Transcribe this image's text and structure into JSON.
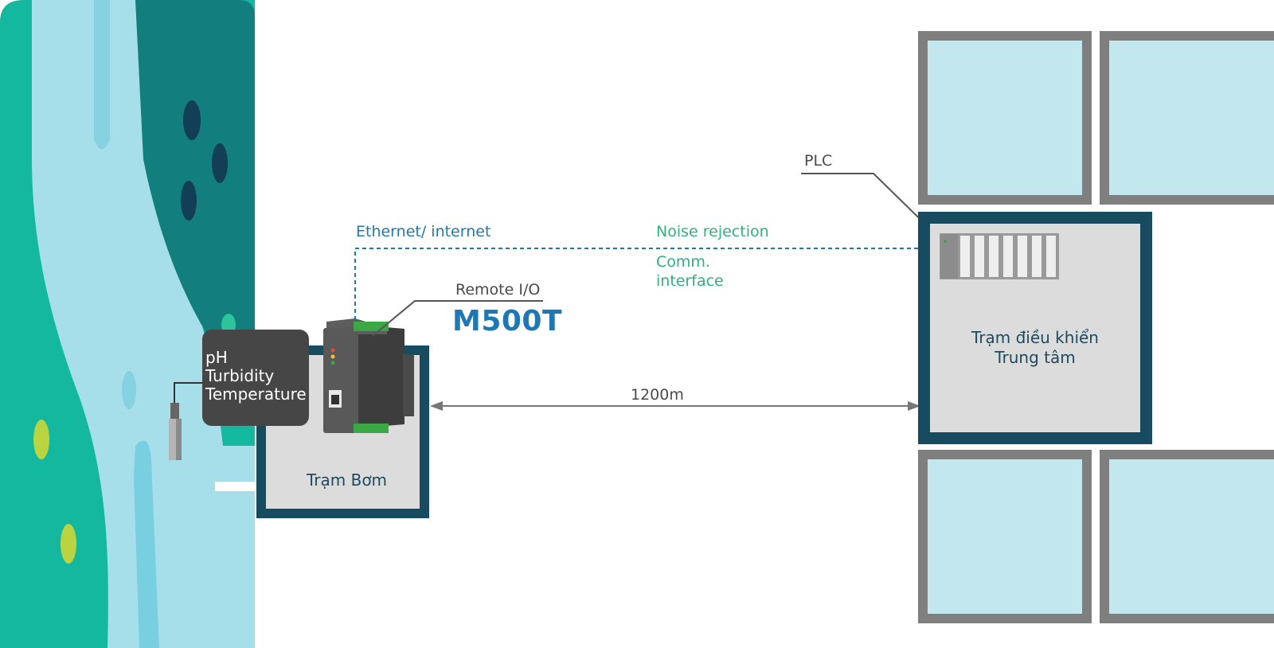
{
  "pump_station": {
    "label": "Trạm Bơm"
  },
  "sensor": {
    "lines": [
      "pH",
      "Turbidity",
      "Temperature"
    ]
  },
  "remote_io": {
    "caption": "Remote I/O",
    "model": "M500T"
  },
  "link": {
    "ethernet_label": "Ethernet/ internet",
    "distance_label": "1200m"
  },
  "features": {
    "noise": "Noise rejection",
    "comm_line1": "Comm.",
    "comm_line2": "interface"
  },
  "control_center": {
    "plc_label": "PLC",
    "line1": "Trạm điều khiển",
    "line2": "Trung tâm"
  },
  "colors": {
    "river_bank": "#13b89e",
    "river_water": "#a6dfe9",
    "river_dark": "#137e7e",
    "station_border": "#174b5f",
    "station_fill": "#dcdcdc",
    "building_frame": "#7f7f7f",
    "building_glass": "#c3e7ef",
    "device_body": "#545454",
    "terminal_green": "#39a845",
    "accent_blue": "#1f78b4",
    "accent_green": "#2db37b"
  }
}
